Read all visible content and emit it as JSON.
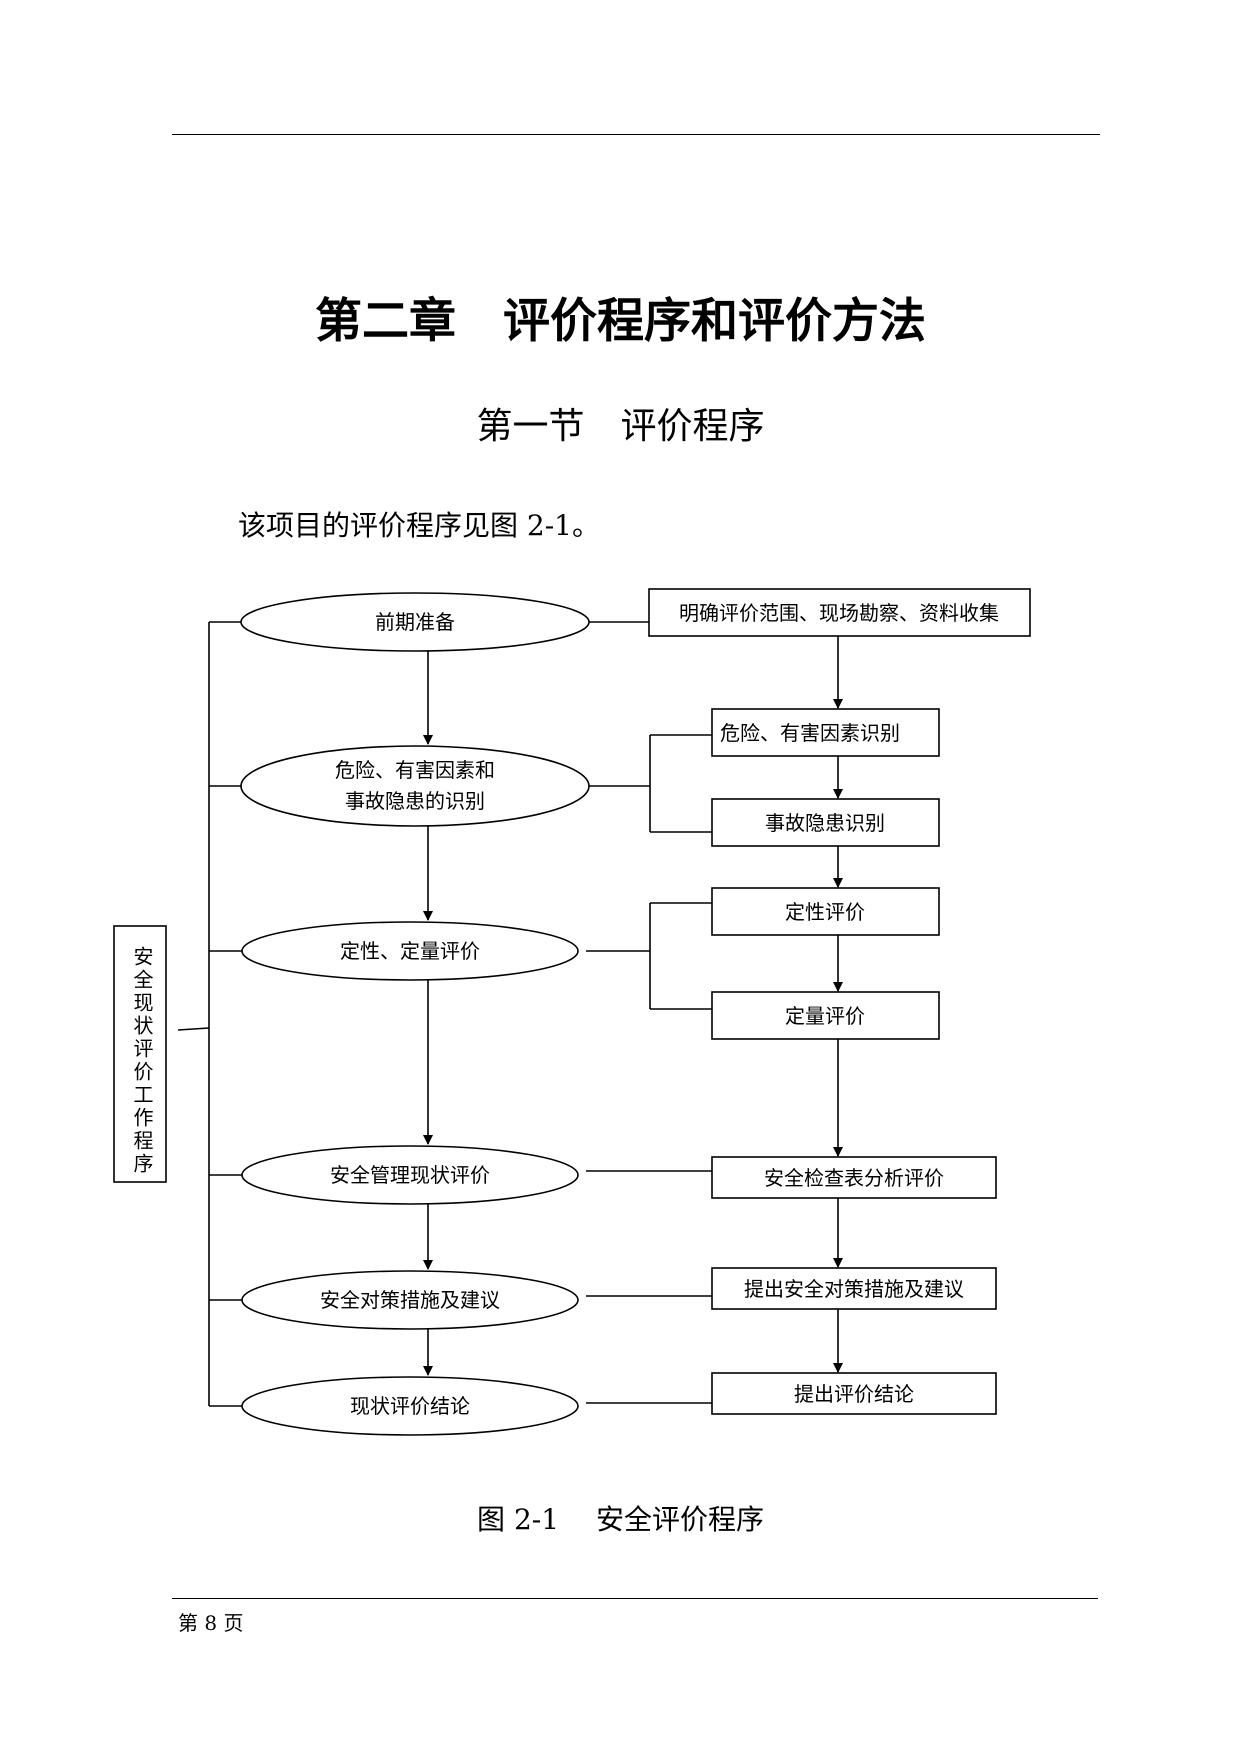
{
  "chapter_title": "第二章　评价程序和评价方法",
  "section_title": "第一节　评价程序",
  "intro": "该项目的评价程序见图 2-1。",
  "flowchart": {
    "side_label": "安全现状评价工作程序",
    "stages": {
      "s1": "前期准备",
      "s2_line1": "危险、有害因素和",
      "s2_line2": "事故隐患的识别",
      "s3": "定性、定量评价",
      "s4": "安全管理现状评价",
      "s5": "安全对策措施及建议",
      "s6": "现状评价结论"
    },
    "steps": {
      "r1": "明确评价范围、现场勘察、资料收集",
      "r2": "危险、有害因素识别",
      "r3": "事故隐患识别",
      "r4": "定性评价",
      "r5": "定量评价",
      "r6": "安全检查表分析评价",
      "r7": "提出安全对策措施及建议",
      "r8": "提出评价结论"
    }
  },
  "caption": "图 2-1　 安全评价程序",
  "page_number": "第 8 页"
}
